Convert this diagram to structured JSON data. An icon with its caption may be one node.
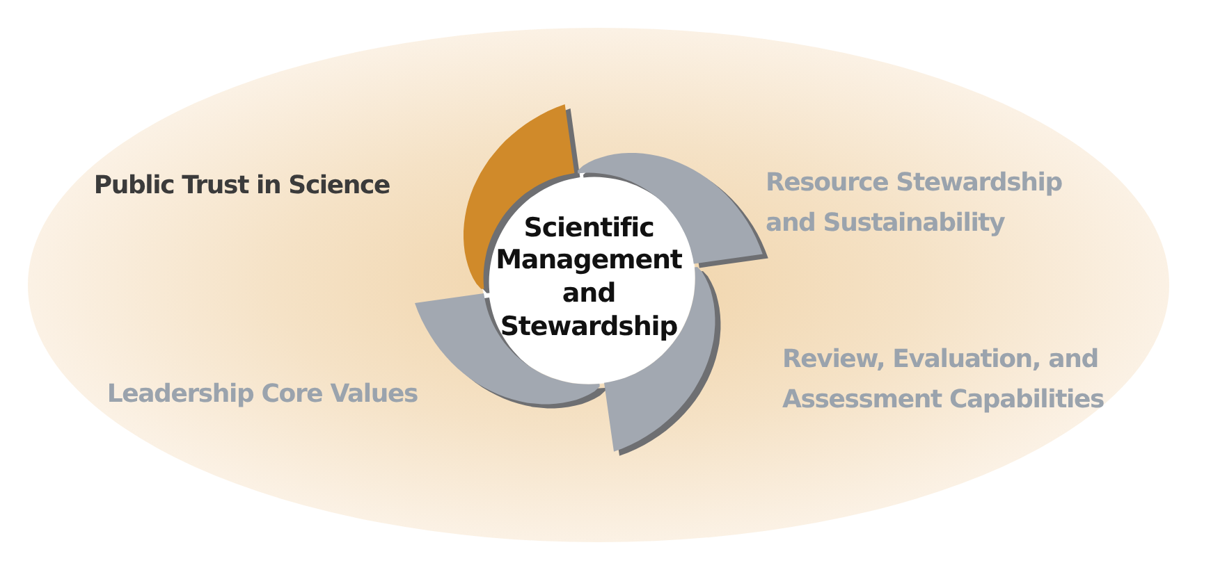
{
  "diagram": {
    "nodes": [
      {
        "text": [
          "Scientific Management and Stewardship"
        ]
      },
      {
        "text": [],
        "shape": "blade",
        "beside": [
          "Public Trust in Science"
        ]
      },
      {
        "text": [],
        "shape": "blade",
        "beside": [
          "Resource Stewardship and Sustainability"
        ]
      },
      {
        "text": [],
        "shape": "blade",
        "beside": [
          "Review, Evaluation, and Assessment Capabilities"
        ]
      },
      {
        "text": [],
        "shape": "blade",
        "beside": [
          "Leadership Core Values"
        ]
      }
    ]
  }
}
